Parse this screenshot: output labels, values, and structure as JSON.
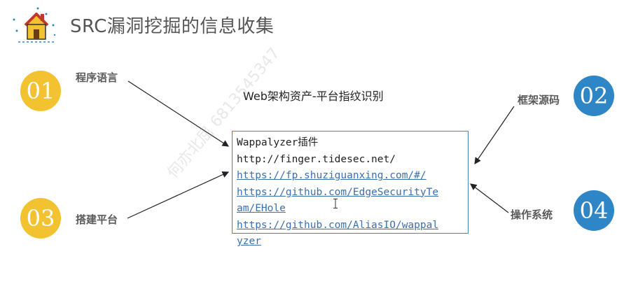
{
  "title": "SRC漏洞挖掘的信息收集",
  "subtitle": "Web架构资产-平台指纹识别",
  "items": [
    {
      "num": "01",
      "label": "程序语言",
      "color": "#f2c230"
    },
    {
      "num": "02",
      "label": "框架源码",
      "color": "#2f86c6"
    },
    {
      "num": "03",
      "label": "搭建平台",
      "color": "#f2c230"
    },
    {
      "num": "04",
      "label": "操作系统",
      "color": "#2f86c6"
    }
  ],
  "box": {
    "line1": "Wappalyzer插件",
    "line2": "http://finger.tidesec.net/",
    "link1": "https://fp.shuziguanxing.com/#/",
    "link2a": "https://github.com/EdgeSecurityTe",
    "link2b": "am/EHole",
    "link3a": "https://github.com/AliasIO/wappal",
    "link3b": "yzer"
  },
  "watermark": "何亦北屈 6813545347",
  "icons": {
    "logo": "house-icon",
    "cursor": "text-cursor-icon"
  }
}
